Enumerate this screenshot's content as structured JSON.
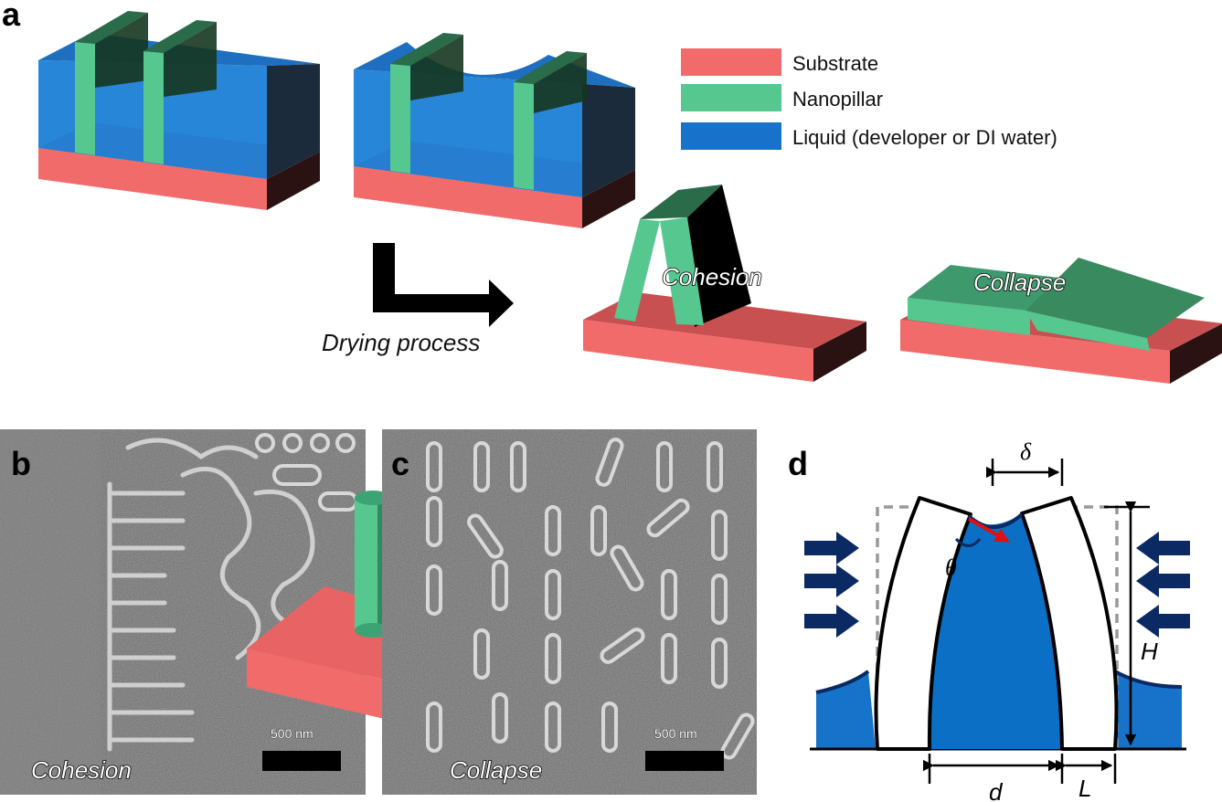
{
  "panels": {
    "a": "a",
    "b": "b",
    "c": "c",
    "d": "d"
  },
  "legend": [
    {
      "label": "Substrate",
      "color": "#f26b6b"
    },
    {
      "label": "Nanopillar",
      "color": "#55c78f"
    },
    {
      "label": "Liquid (developer or DI water)",
      "color": "#1673c9"
    }
  ],
  "labels": {
    "drying": "Drying process",
    "cohesion": "Cohesion",
    "collapse": "Collapse"
  },
  "micrographs": {
    "b_caption": "Cohesion",
    "c_caption": "Collapse",
    "scale_b": "500 nm",
    "scale_c": "500 nm"
  },
  "schematic": {
    "delta": "δ",
    "theta": "θ",
    "H": "H",
    "d": "d",
    "L": "L"
  },
  "colors": {
    "substrate": "#f26b6b",
    "pillar": "#55c78f",
    "liquid": "#1673c9",
    "arrow_blue": "#0b2a63",
    "red_arrow": "#e01010"
  }
}
